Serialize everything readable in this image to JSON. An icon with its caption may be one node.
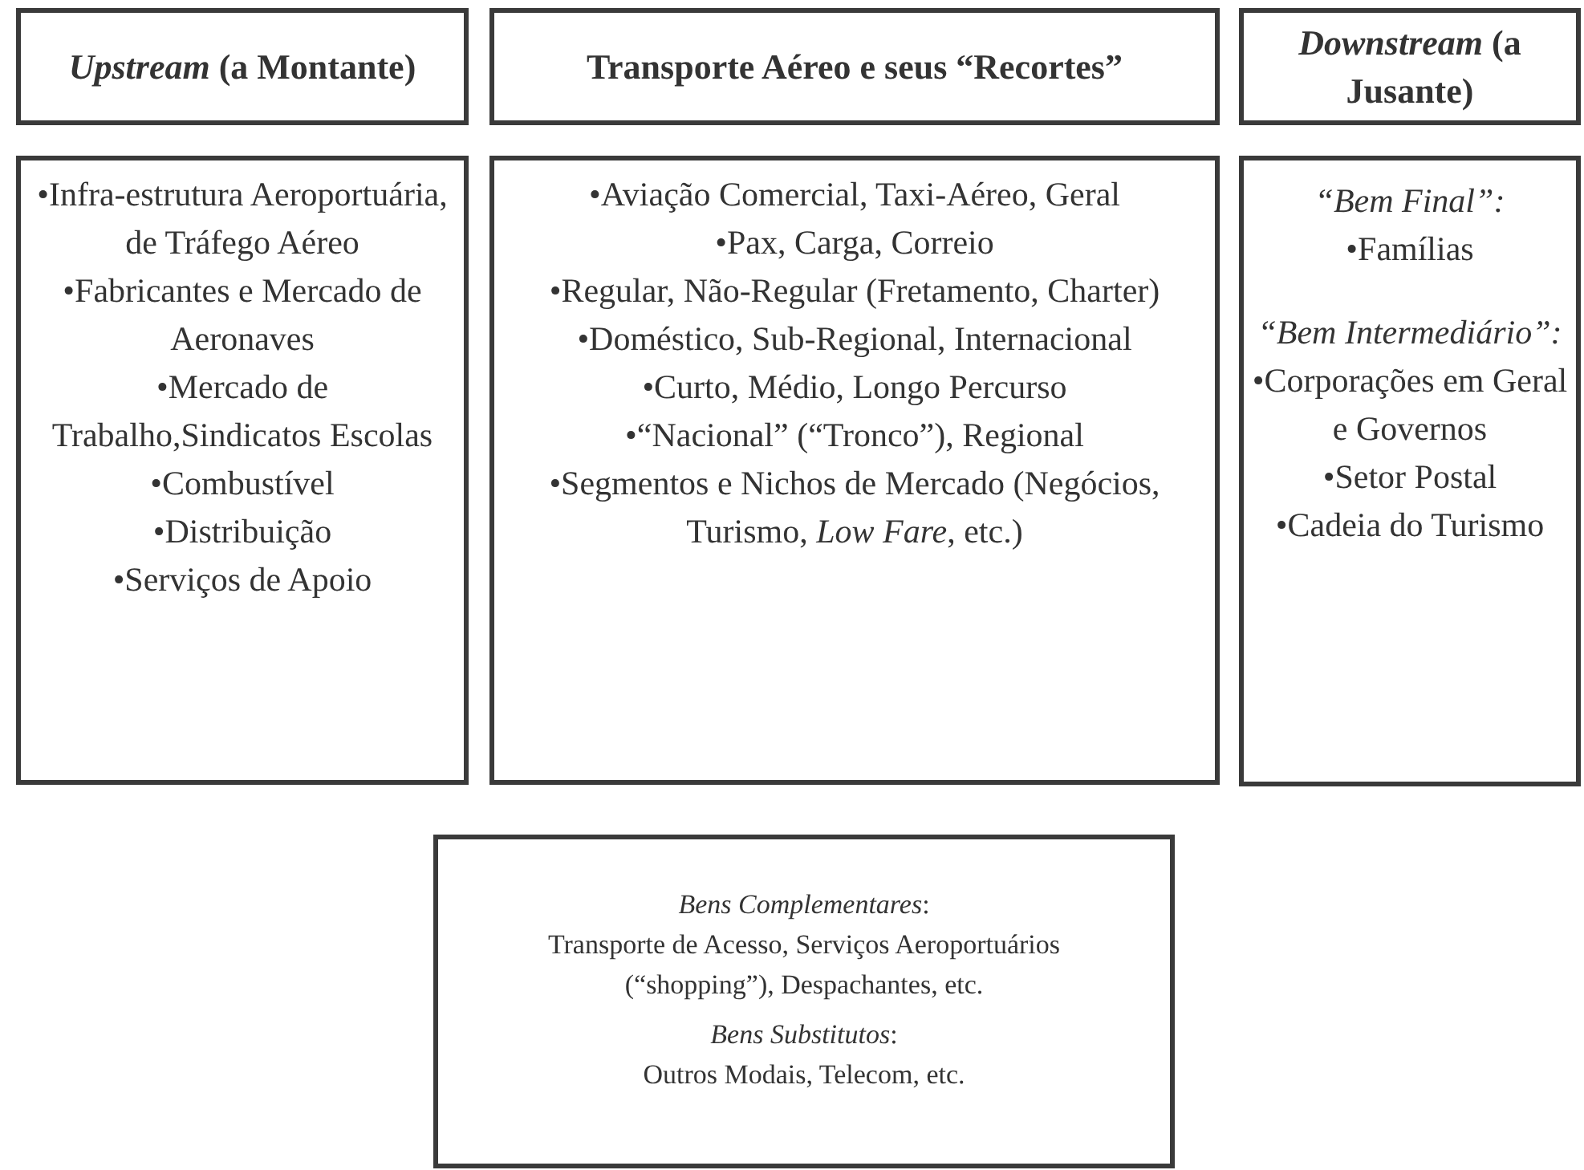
{
  "diagram": {
    "nodes": [
      {
        "text": [
          "*Upstream* (a Montante)"
        ]
      },
      {
        "text": [
          "Transporte Aéreo e seus “Recortes”"
        ]
      },
      {
        "text": [
          "*Downstream* (a Jusante)"
        ]
      },
      {
        "text": [
          "•Infra-estrutura Aeroportuária, de Tráfego Aéreo",
          "•Fabricantes e Mercado de Aeronaves",
          "•Mercado de Trabalho,Sindicatos Escolas",
          "•Combustível",
          "•Distribuição",
          "•Serviços de Apoio"
        ]
      },
      {
        "text": [
          "•Aviação Comercial, Taxi-Aéreo, Geral",
          "•Pax, Carga, Correio",
          "•Regular, Não-Regular (Fretamento, Charter)",
          "•Doméstico, Sub-Regional, Internacional",
          "•Curto, Médio, Longo Percurso",
          "•“Nacional” (“Tronco”), Regional",
          "•Segmentos e Nichos de Mercado (Negócios, Turismo, *Low Fare*, etc.)"
        ]
      },
      {
        "text": [
          "*“Bem Final”:*",
          "•Famílias",
          "*“Bem Intermediário”:*",
          "•Corporações em Geral e Governos",
          "•Setor Postal",
          "•Cadeia do Turismo"
        ]
      },
      {
        "text": [
          "*Bens Complementares*:",
          "Transporte de Acesso, Serviços Aeroportuários (“shopping”), Despachantes, etc.",
          "*Bens Substitutos*:",
          "Outros Modais, Telecom, etc."
        ]
      }
    ]
  }
}
